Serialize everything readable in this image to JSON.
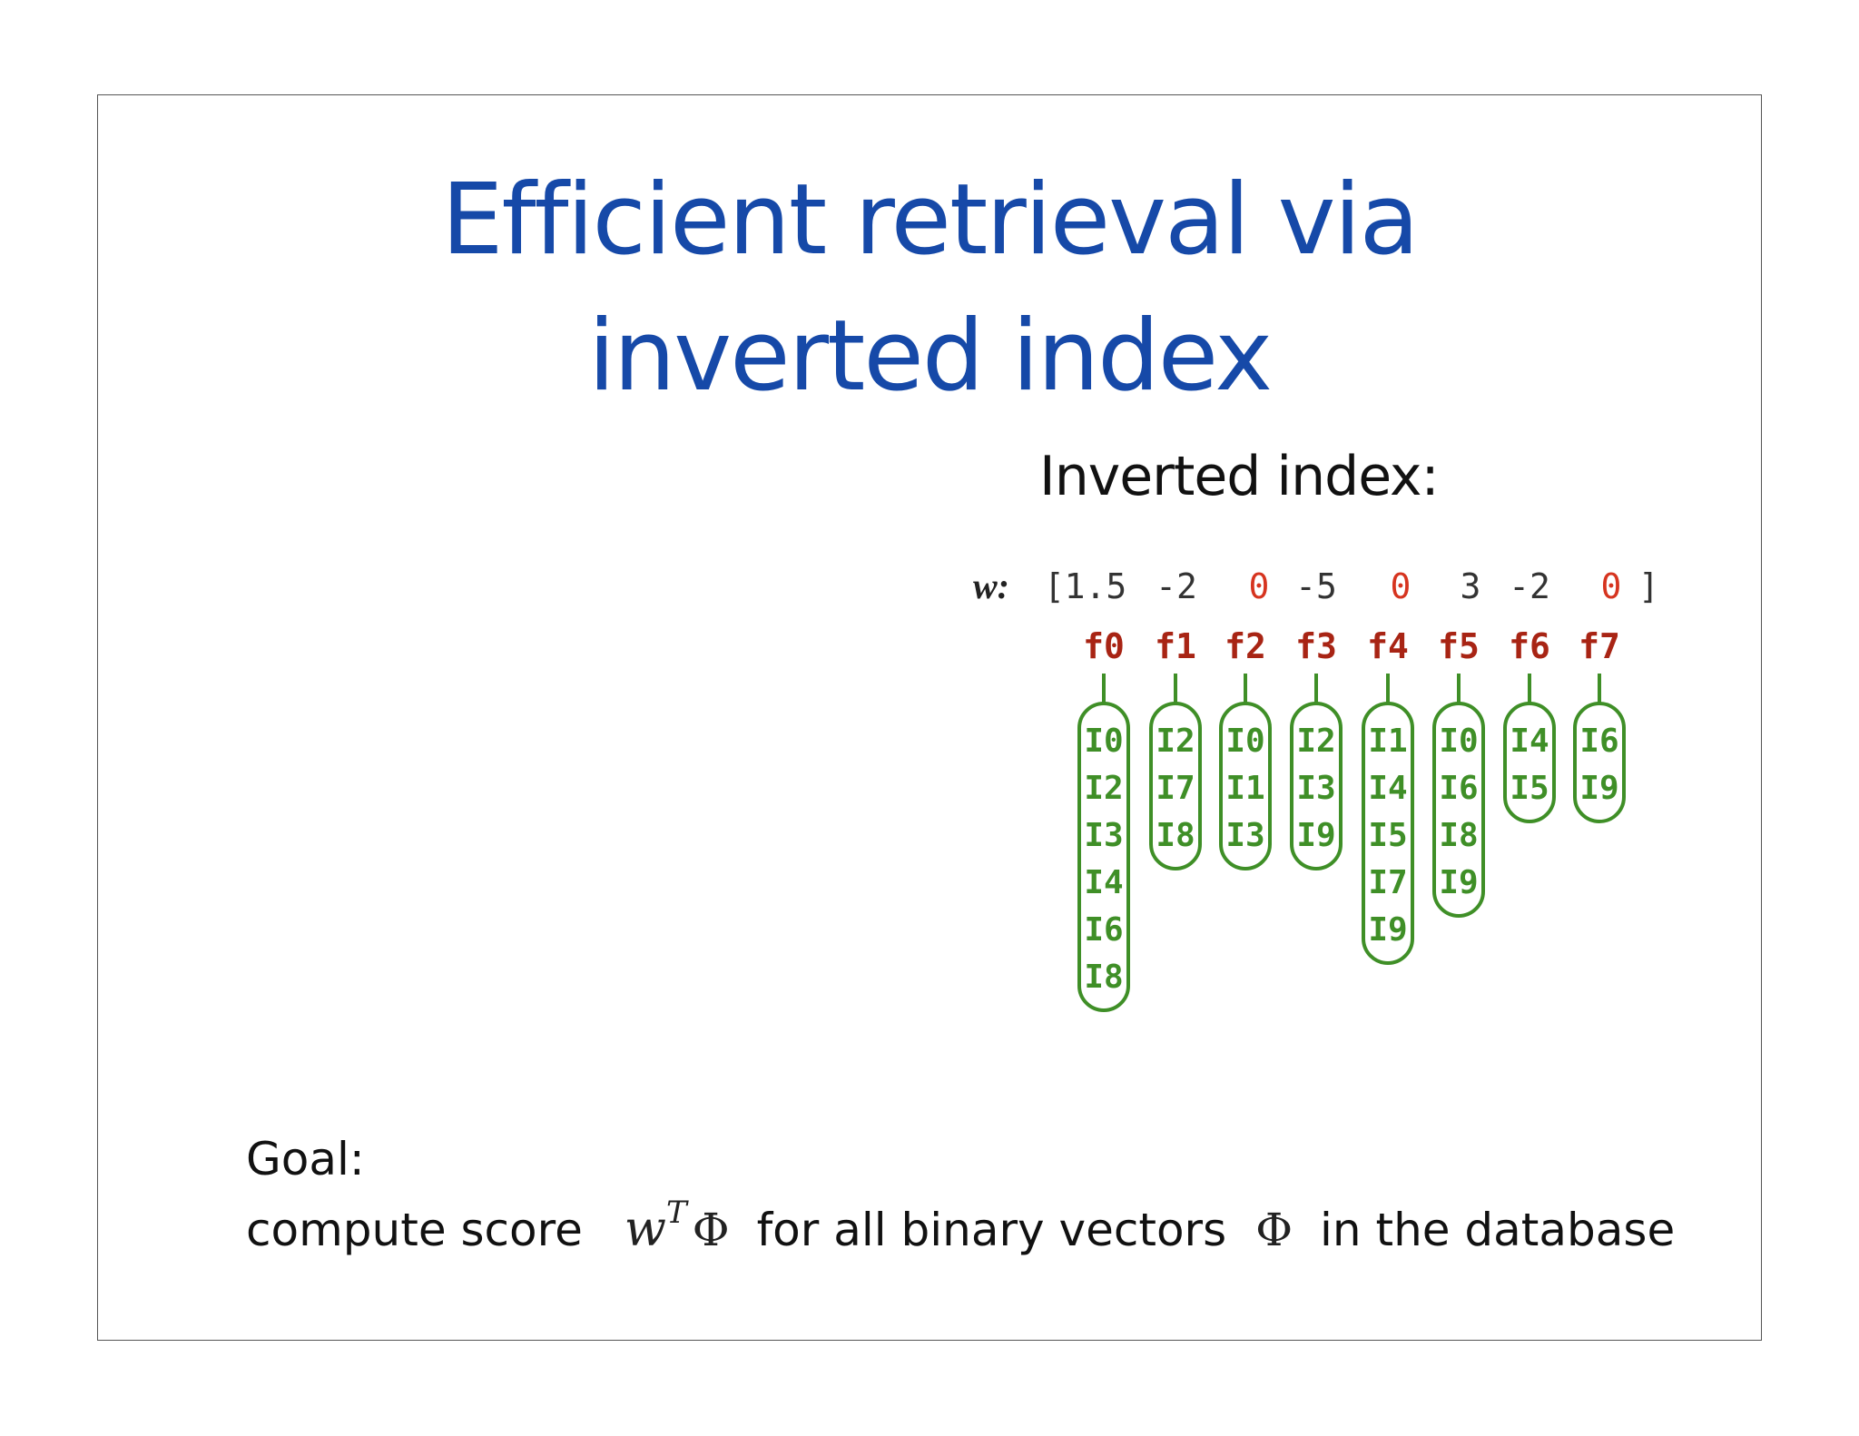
{
  "slide": {
    "title_line1": "Efficient retrieval via",
    "title_line2": "inverted index",
    "subheading": "Inverted index:",
    "weights_label": "w:",
    "weights_open": "[",
    "weights_close": "]",
    "weights": [
      "1.5",
      "-2",
      "0",
      "-5",
      "0",
      "3",
      "-2",
      "0"
    ],
    "features": [
      {
        "name": "f0",
        "postings": [
          "I0",
          "I2",
          "I3",
          "I4",
          "I6",
          "I8"
        ]
      },
      {
        "name": "f1",
        "postings": [
          "I2",
          "I7",
          "I8"
        ]
      },
      {
        "name": "f2",
        "postings": [
          "I0",
          "I1",
          "I3"
        ]
      },
      {
        "name": "f3",
        "postings": [
          "I2",
          "I3",
          "I9"
        ]
      },
      {
        "name": "f4",
        "postings": [
          "I1",
          "I4",
          "I5",
          "I7",
          "I9"
        ]
      },
      {
        "name": "f5",
        "postings": [
          "I0",
          "I6",
          "I8",
          "I9"
        ]
      },
      {
        "name": "f6",
        "postings": [
          "I4",
          "I5"
        ]
      },
      {
        "name": "f7",
        "postings": [
          "I6",
          "I9"
        ]
      }
    ],
    "goal_label": "Goal:",
    "goal_text_1": "compute score",
    "goal_math_w": "w",
    "goal_math_T": "T",
    "goal_math_phi": "Φ",
    "goal_text_2": "for all binary vectors",
    "goal_text_3": "in the database",
    "colors": {
      "title": "#1649a8",
      "zero_weight": "#d6341f",
      "feature": "#a82414",
      "posting": "#3f8f27"
    }
  }
}
